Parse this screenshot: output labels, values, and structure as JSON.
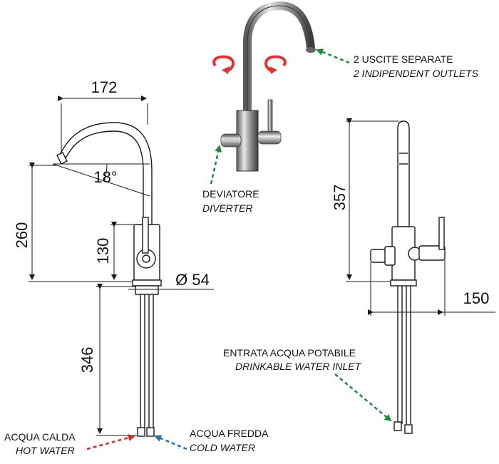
{
  "dimensions": {
    "width_172": "172",
    "angle_18": "18°",
    "height_260": "260",
    "height_130": "130",
    "diameter_54": "Ø 54",
    "length_346": "346",
    "height_357": "357",
    "depth_150": "150"
  },
  "labels": {
    "outlets_it": "2  USCITE  SEPARATE",
    "outlets_en": "2 INDIPENDENT OUTLETS",
    "diverter_it": "DEVIATORE",
    "diverter_en": "DIVERTER",
    "inlet_it": "ENTRATA ACQUA POTABILE",
    "inlet_en": "DRINKABLE WATER INLET",
    "hot_it": "ACQUA CALDA",
    "hot_en": "HOT WATER",
    "cold_it": "ACQUA FREDDA",
    "cold_en": "COLD WATER"
  },
  "colors": {
    "hot_arrow": "#d62828",
    "cold_arrow": "#1f6fb5",
    "pointer_arrows": "#1e8c3a",
    "rotation_arrows": "#e03030",
    "line": "#1a1a1a"
  }
}
